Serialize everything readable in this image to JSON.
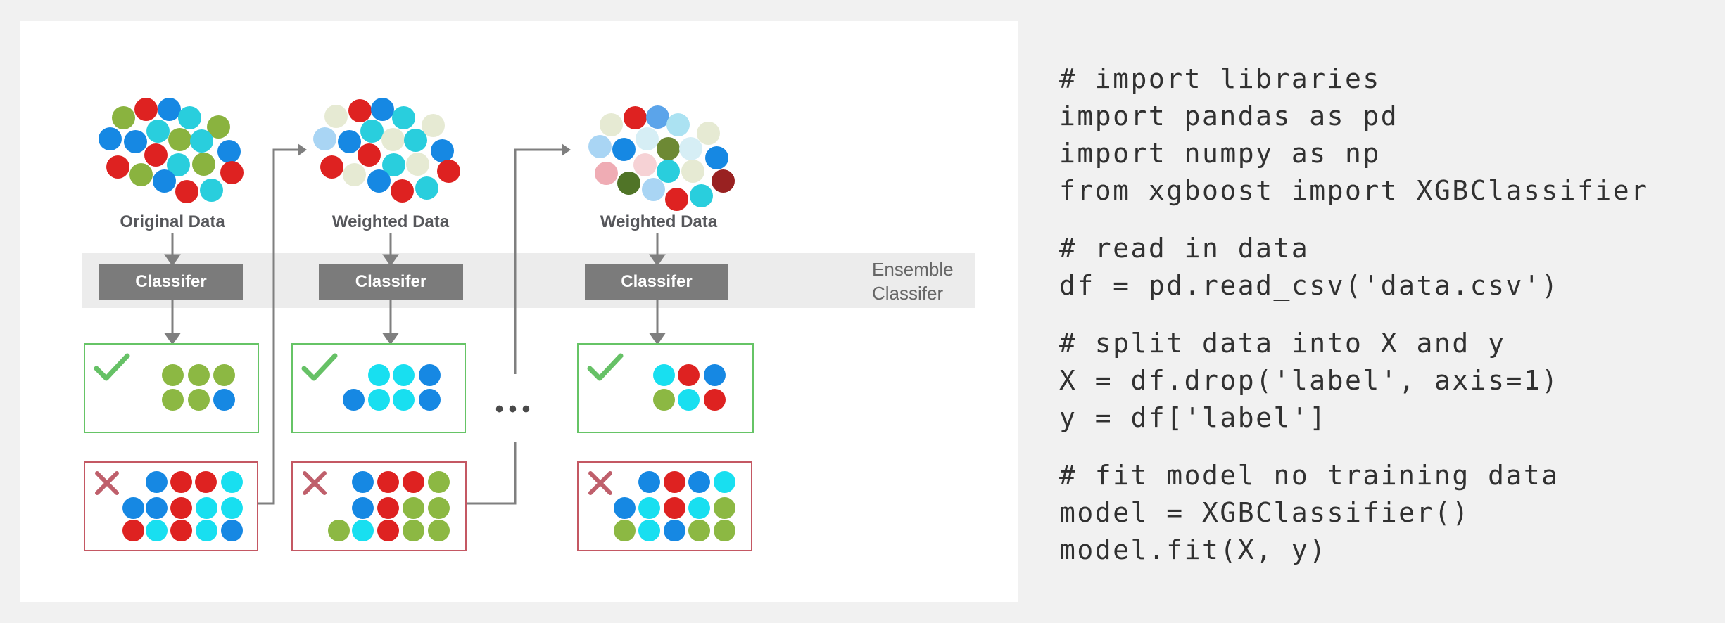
{
  "page": {
    "background": "#f1f1f1",
    "card_background": "#ffffff"
  },
  "palette": {
    "green": "#8ab33f",
    "red": "#de2221",
    "blue": "#1688e3",
    "cyan": "#29cedd",
    "boxgreen": "#8cb843",
    "boxcyan": "#18dff0",
    "palegreen": "#e6ead3",
    "lightblue": "#a9d5f4",
    "midblue": "#5ba4ea",
    "lightcyan": "#abe2f2",
    "palecyan": "#d6eef5",
    "darkolive": "#6d8934",
    "darkgreen": "#507427",
    "palepink": "#efacb4",
    "palepink2": "#f6d2d5",
    "darkred": "#992121",
    "arrow_gray": "#7f7f7f",
    "band_gray": "#ececec",
    "classifier_gray": "#7b7b7b",
    "check_green": "#66c166",
    "cross_red": "#bf5f6b",
    "correct_border": "#66c466",
    "wrong_border": "#c45863"
  },
  "diagram": {
    "ensemble_label": "Ensemble\nClassifer",
    "ellipsis": "•••",
    "columns": [
      {
        "data_label": "Original Data",
        "classifier_label": "Classifer"
      },
      {
        "data_label": "Weighted Data",
        "classifier_label": "Classifer"
      },
      {
        "data_label": "Weighted Data",
        "classifier_label": "Classifer"
      }
    ]
  },
  "dots": {
    "cluster1": [
      [
        146,
        137,
        "green"
      ],
      [
        178,
        125,
        "red"
      ],
      [
        211,
        125,
        "blue"
      ],
      [
        240,
        137,
        "cyan"
      ],
      [
        281,
        150,
        "green"
      ],
      [
        127,
        167,
        "blue"
      ],
      [
        163,
        171,
        "blue"
      ],
      [
        195,
        156,
        "cyan"
      ],
      [
        226,
        168,
        "green"
      ],
      [
        257,
        170,
        "cyan"
      ],
      [
        296,
        185,
        "blue"
      ],
      [
        138,
        207,
        "red"
      ],
      [
        192,
        190,
        "red"
      ],
      [
        224,
        204,
        "cyan"
      ],
      [
        260,
        203,
        "green"
      ],
      [
        300,
        215,
        "red"
      ],
      [
        171,
        218,
        "green"
      ],
      [
        204,
        227,
        "blue"
      ],
      [
        236,
        242,
        "red"
      ],
      [
        271,
        240,
        "cyan"
      ]
    ],
    "cluster2": [
      [
        448,
        135,
        "palegreen"
      ],
      [
        482,
        127,
        "red"
      ],
      [
        514,
        125,
        "blue"
      ],
      [
        544,
        137,
        "cyan"
      ],
      [
        586,
        148,
        "palegreen"
      ],
      [
        432,
        167,
        "lightblue"
      ],
      [
        467,
        171,
        "blue"
      ],
      [
        499,
        156,
        "cyan"
      ],
      [
        529,
        168,
        "palegreen"
      ],
      [
        561,
        169,
        "cyan"
      ],
      [
        599,
        184,
        "blue"
      ],
      [
        442,
        207,
        "red"
      ],
      [
        495,
        190,
        "red"
      ],
      [
        530,
        204,
        "cyan"
      ],
      [
        564,
        203,
        "palegreen"
      ],
      [
        608,
        213,
        "red"
      ],
      [
        474,
        218,
        "palegreen"
      ],
      [
        509,
        227,
        "blue"
      ],
      [
        542,
        241,
        "red"
      ],
      [
        577,
        237,
        "cyan"
      ]
    ],
    "cluster3": [
      [
        839,
        147,
        "palegreen"
      ],
      [
        873,
        137,
        "red"
      ],
      [
        905,
        136,
        "midblue"
      ],
      [
        934,
        147,
        "lightcyan"
      ],
      [
        977,
        159,
        "palegreen"
      ],
      [
        823,
        178,
        "lightblue"
      ],
      [
        857,
        182,
        "blue"
      ],
      [
        890,
        167,
        "palecyan"
      ],
      [
        920,
        181,
        "darkolive"
      ],
      [
        952,
        181,
        "palecyan"
      ],
      [
        989,
        194,
        "blue"
      ],
      [
        832,
        216,
        "palepink"
      ],
      [
        887,
        204,
        "palepink2"
      ],
      [
        920,
        213,
        "cyan"
      ],
      [
        955,
        213,
        "palegreen"
      ],
      [
        998,
        227,
        "darkred"
      ],
      [
        864,
        230,
        "darkgreen"
      ],
      [
        899,
        239,
        "lightblue"
      ],
      [
        932,
        253,
        "red"
      ],
      [
        967,
        248,
        "cyan"
      ]
    ],
    "gbox1": [
      [
        216,
        503,
        "boxgreen"
      ],
      [
        253,
        503,
        "boxgreen"
      ],
      [
        289,
        503,
        "boxgreen"
      ],
      [
        216,
        538,
        "boxgreen"
      ],
      [
        253,
        538,
        "boxgreen"
      ],
      [
        289,
        538,
        "blue"
      ]
    ],
    "gbox2": [
      [
        509,
        503,
        "boxcyan"
      ],
      [
        544,
        503,
        "boxcyan"
      ],
      [
        581,
        503,
        "blue"
      ],
      [
        473,
        538,
        "blue"
      ],
      [
        509,
        538,
        "boxcyan"
      ],
      [
        544,
        538,
        "boxcyan"
      ],
      [
        581,
        538,
        "blue"
      ]
    ],
    "gbox3": [
      [
        914,
        503,
        "boxcyan"
      ],
      [
        949,
        503,
        "red"
      ],
      [
        986,
        503,
        "blue"
      ],
      [
        914,
        538,
        "boxgreen"
      ],
      [
        949,
        538,
        "boxcyan"
      ],
      [
        986,
        538,
        "red"
      ]
    ],
    "rbox1": [
      [
        193,
        655,
        "blue"
      ],
      [
        228,
        655,
        "red"
      ],
      [
        263,
        655,
        "red"
      ],
      [
        300,
        655,
        "boxcyan"
      ],
      [
        160,
        692,
        "blue"
      ],
      [
        193,
        692,
        "blue"
      ],
      [
        228,
        692,
        "red"
      ],
      [
        264,
        692,
        "boxcyan"
      ],
      [
        300,
        692,
        "boxcyan"
      ],
      [
        160,
        724,
        "red"
      ],
      [
        193,
        724,
        "boxcyan"
      ],
      [
        228,
        724,
        "red"
      ],
      [
        264,
        724,
        "boxcyan"
      ],
      [
        300,
        724,
        "blue"
      ]
    ],
    "rbox2": [
      [
        486,
        655,
        "blue"
      ],
      [
        522,
        655,
        "red"
      ],
      [
        558,
        655,
        "red"
      ],
      [
        594,
        655,
        "boxgreen"
      ],
      [
        486,
        692,
        "blue"
      ],
      [
        522,
        692,
        "red"
      ],
      [
        558,
        692,
        "boxgreen"
      ],
      [
        594,
        692,
        "boxgreen"
      ],
      [
        452,
        724,
        "boxgreen"
      ],
      [
        486,
        724,
        "boxcyan"
      ],
      [
        522,
        724,
        "red"
      ],
      [
        558,
        724,
        "boxgreen"
      ],
      [
        594,
        724,
        "boxgreen"
      ]
    ],
    "rbox3": [
      [
        893,
        655,
        "blue"
      ],
      [
        929,
        655,
        "red"
      ],
      [
        964,
        655,
        "blue"
      ],
      [
        1000,
        655,
        "boxcyan"
      ],
      [
        858,
        692,
        "blue"
      ],
      [
        893,
        692,
        "boxcyan"
      ],
      [
        929,
        692,
        "red"
      ],
      [
        964,
        692,
        "boxcyan"
      ],
      [
        1000,
        692,
        "boxgreen"
      ],
      [
        858,
        724,
        "boxgreen"
      ],
      [
        893,
        724,
        "boxcyan"
      ],
      [
        929,
        724,
        "blue"
      ],
      [
        964,
        724,
        "boxgreen"
      ],
      [
        1000,
        724,
        "boxgreen"
      ]
    ]
  },
  "code": {
    "blocks": [
      "# import libraries\nimport pandas as pd\nimport numpy as np\nfrom xgboost import XGBClassifier",
      "# read in data\ndf = pd.read_csv('data.csv')",
      "# split data into X and y\nX = df.drop('label', axis=1)\ny = df['label']",
      "# fit model no training data\nmodel = XGBClassifier()\nmodel.fit(X, y)"
    ]
  }
}
